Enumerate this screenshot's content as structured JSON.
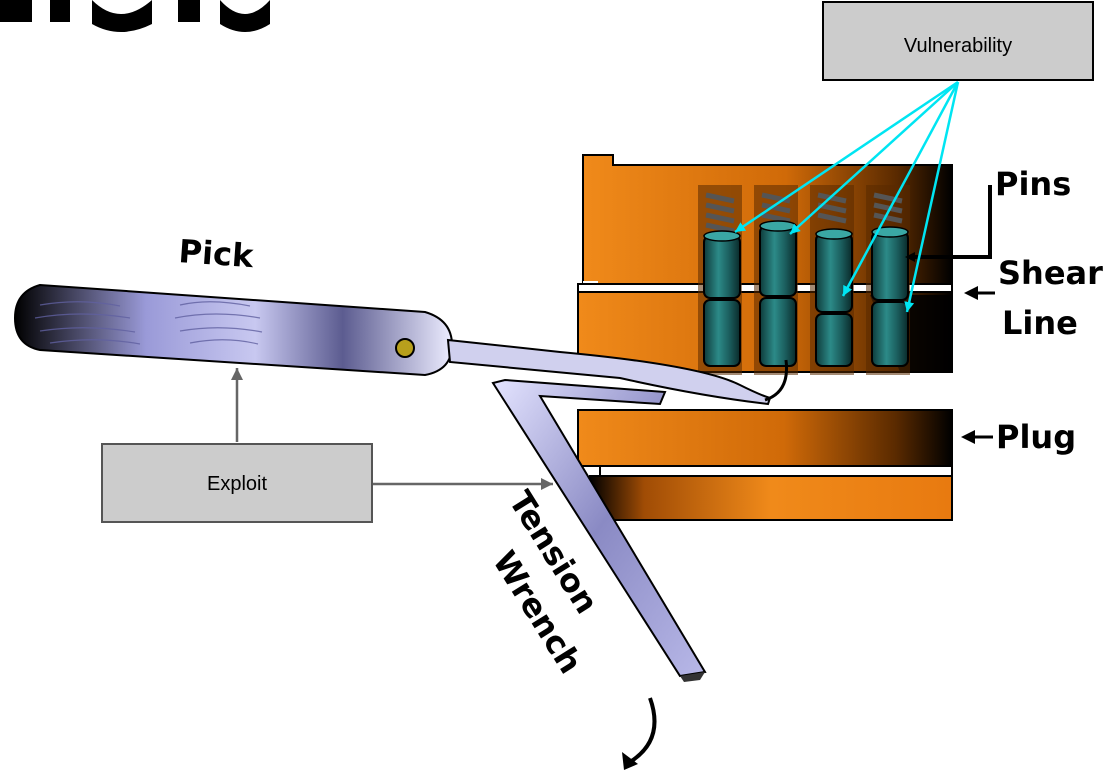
{
  "callouts": {
    "vulnerability": "Vulnerability",
    "exploit": "Exploit"
  },
  "labels": {
    "pick": "Pick",
    "pins": "Pins",
    "shear": "Shear",
    "line": "Line",
    "plug": "Plug",
    "tension": "Tension",
    "wrench": "Wrench"
  },
  "colors": {
    "arrow_cyan": "#00e5f2",
    "arrow_gray": "#666666",
    "box_fill": "#cccccc",
    "lock_orange": "#e87a10",
    "pin_teal": "#1f6e6e"
  }
}
